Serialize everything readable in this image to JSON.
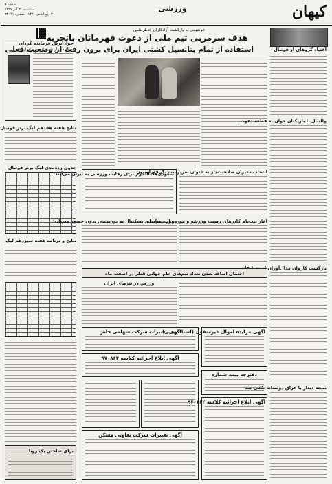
{
  "header": {
    "logo": "کیهان",
    "section": "ورزشی",
    "page_info": "صفحه ۹",
    "date_line": "سه‌شنبه ۳۰ آذر ۱۳۹۷",
    "issue_line": "۳ ربیع‌الثانی ۱۴۴۰ - شماره ۲۲۰۹۱"
  },
  "lead": {
    "kicker": "خوشبینی به بازگشت آزادکاران خاطرنشین",
    "headline": "هدف سرمربی تیم ملی از دعوت قهرمانان باتجربه",
    "headline2": "استفاده از تمام پتانسیل کشتی ایران برای برون رفت از وضعیت فعلی"
  },
  "right_column": {
    "box_title": "اعتیاد گروهای از فوتبال",
    "item1": "والیبال با بازیکنان جوان به قطعه دعوت",
    "item2": "بازگشت کاروان مدال‌آوران از مسابقات",
    "item3": "نتیجه دیدار با عراق دوستانه تلقی شد"
  },
  "left_column": {
    "box_title": "جوان‌ترین فرمانده گردان",
    "box_sub": "به یاد سردار شهید «حسین خرازی»",
    "table1_title": "نتایج هفته هفدهم لیگ برتر فوتبال",
    "table2_title": "جدول رده‌بندی لیگ برتر فوتبال",
    "table3_title": "نتایج و برنامه هفته سیزدهم لیگ",
    "footer_box": "برای ساختن یک رویا"
  },
  "middle": {
    "h1": "انتخاب مدیران صلاحیت‌دار به عنوان سرپرست یک فدراسیون",
    "h2": "سعودی‌ها باالحرم برای رقابت ورزشی به ایران می‌آیند!",
    "h3": "آغاز ثبت‌نام کادرهای زیست ورزشو و موردو از تنه آینده",
    "h4": "دعوت تیم ملی بسکتبال به تورنمنتی بدون حضور میزبان!",
    "h5": "احتمال اضافه شدن تعداد تیم‌های جام جهانی قطر در اسفند ماه",
    "h6": "ورزش در بنرهای ایران"
  },
  "ads": {
    "ad1": "آگهی ابلاغ اجرائیه کلاسه ۹۷۰۸۶۴",
    "ad2": "آگهی ابلاغ اجرائیه کلاسه ۹۷۰۶۶۲",
    "ad3": "آگهی مزایده اموال غیرمنقول (اسناد رهنی)",
    "ad4": "آگهی تغییرات شرکت تعاونی مسکن",
    "ad5": "آگهی تغییرات شرکت سهامی خاص",
    "ad6": "دفترچه بیمه شماره"
  }
}
